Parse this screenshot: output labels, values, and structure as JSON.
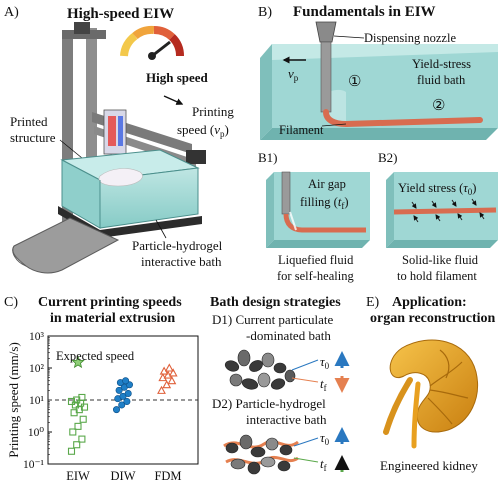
{
  "panel_a": {
    "letter": "A)",
    "title": "High-speed EIW",
    "gauge_label": "High speed",
    "speed_label_1": "Printing",
    "speed_label_2": "speed (",
    "speed_symbol": "v",
    "speed_sub": "p",
    "speed_close": ")",
    "structure_label_1": "Printed",
    "structure_label_2": "structure",
    "bath_label_1": "Particle-hydrogel",
    "bath_label_2": "interactive bath"
  },
  "panel_b": {
    "letter": "B)",
    "title": "Fundamentals in EIW",
    "nozzle_label": "Dispensing nozzle",
    "velocity_symbol": "v",
    "velocity_sub": "p",
    "region_1": "①",
    "region_2": "②",
    "bath_label_1": "Yield-stress",
    "bath_label_2": "fluid bath",
    "filament_label": "Filament",
    "b1": {
      "letter": "B1)",
      "label_1": "Air gap",
      "label_2": "filling (",
      "symbol": "t",
      "sub": "f",
      "close": ")",
      "caption_1": "Liquefied fluid",
      "caption_2": "for self-healing"
    },
    "b2": {
      "letter": "B2)",
      "label": "Yield stress (",
      "symbol": "τ",
      "sub": "0",
      "close": ")",
      "caption_1": "Solid-like fluid",
      "caption_2": "to hold filament"
    }
  },
  "panel_c": {
    "letter": "C)",
    "title_1": "Current printing speeds",
    "title_2": "in material extrusion",
    "annotation": "Expected speed"
  },
  "panel_d": {
    "title": "Bath design strategies",
    "d1_label_1": "D1)  Current particulate",
    "d1_label_2": "-dominated bath",
    "d2_label_1": "D2)  Particle-hydrogel",
    "d2_label_2": "interactive bath",
    "tau": "τ",
    "tau_sub": "0",
    "tf": "t",
    "tf_sub": "f"
  },
  "panel_e": {
    "letter": "E)",
    "title_1": "Application:",
    "title_2": "organ reconstruction",
    "caption": "Engineered kidney"
  },
  "colors": {
    "bath": "#9fd7d4",
    "filament": "#d86c50",
    "eiw": "#5aa84a",
    "diw": "#1f7fc7",
    "fdm": "#e0603a",
    "kidney": "#e8a020",
    "arrow_up": "#2a78c0",
    "arrow_down": "#e58050"
  },
  "chart_data": {
    "type": "scatter",
    "title": "Current printing speeds in material extrusion",
    "xlabel": "",
    "ylabel": "Printing speed (mm/s)",
    "y_scale": "log",
    "ylim": [
      0.1,
      1000
    ],
    "yticks": [
      "10⁻¹",
      "10⁰",
      "10¹",
      "10²",
      "10³"
    ],
    "yticks_values": [
      0.1,
      1,
      10,
      100,
      1000
    ],
    "categories": [
      "EIW",
      "DIW",
      "FDM"
    ],
    "reference_line": 10,
    "expected_speed": 150,
    "series": [
      {
        "category": "EIW",
        "marker": "square-open",
        "values": [
          0.25,
          0.4,
          0.6,
          1.0,
          1.5,
          2.5,
          4,
          5,
          6,
          7,
          8,
          9,
          10,
          12
        ]
      },
      {
        "category": "DIW",
        "marker": "circle",
        "values": [
          5,
          7,
          9,
          11,
          13,
          16,
          20,
          25,
          30,
          35,
          40
        ]
      },
      {
        "category": "FDM",
        "marker": "triangle-open",
        "values": [
          20,
          30,
          40,
          50,
          60,
          70,
          80,
          100
        ]
      }
    ]
  }
}
